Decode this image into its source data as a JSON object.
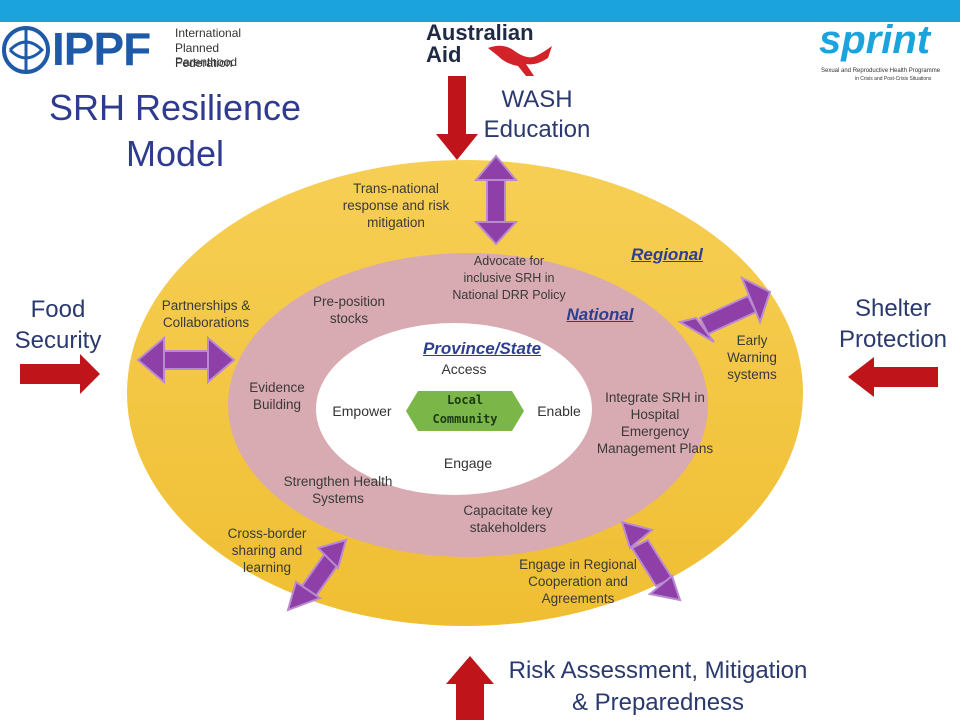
{
  "logos": {
    "ippf_mark": "IPPF",
    "ippf_line1": "International",
    "ippf_line2": "Planned Parenthood",
    "ippf_line3": "Federation",
    "aid_line1": "Australian",
    "aid_line2": "Aid",
    "sprint_mark": "sprint",
    "sprint_line1": "Sexual and Reproductive Health Programme",
    "sprint_line2": "in Crisis and Post-Crisis Situations"
  },
  "title": "SRH Resilience Model",
  "inputs": {
    "top_line1": "WASH",
    "top_line2": "Education",
    "left_line1": "Food",
    "left_line2": "Security",
    "right_line1": "Shelter",
    "right_line2": "Protection",
    "bottom_line1": "Risk Assessment, Mitigation",
    "bottom_line2": "& Preparedness"
  },
  "levels": {
    "regional": "Regional",
    "national": "National",
    "province": "Province/State",
    "local_line1": "Local",
    "local_line2": "Community"
  },
  "regional_items": {
    "trans_national": "Trans-national response and risk mitigation",
    "partnerships": "Partnerships & Collaborations",
    "early_warning": "Early Warning systems",
    "cross_border": "Cross-border sharing and learning",
    "regional_cooperation": "Engage in Regional Cooperation and Agreements"
  },
  "national_items": {
    "preposition": "Pre-position stocks",
    "advocate": "Advocate for inclusive SRH in National DRR Policy",
    "evidence": "Evidence Building",
    "integrate": "Integrate SRH in Hospital Emergency Management Plans",
    "strengthen": "Strengthen Health Systems",
    "capacitate": "Capacitate key stakeholders"
  },
  "province_items": {
    "access": "Access",
    "empower": "Empower",
    "enable": "Enable",
    "engage": "Engage"
  },
  "colors": {
    "banner": "#1aa3dc",
    "outer_ring": "#f5c542",
    "middle_ring": "#d9aab0",
    "inner": "#ffffff",
    "local_hex": "#7ab648",
    "double_arrow": "#8e3fa8",
    "red_arrow": "#c0141b"
  }
}
